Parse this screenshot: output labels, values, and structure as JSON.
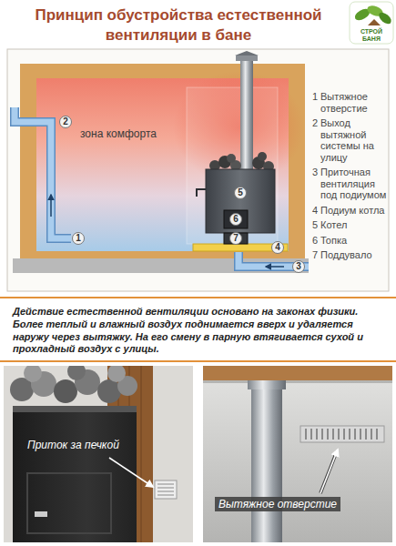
{
  "diagram": {
    "title": "Принцип обустройства естественной вентиляции в бане",
    "caption": "Действие естественной вентиляции основано на законах физики. Более теплый и влажный воздух поднимается вверх и удаляется наружу через вытяжку. На его смену в парную втягивается сухой и прохладный воздух с улицы.",
    "labels": [
      "СТРОЙ БАНЯ",
      "зона комфорта",
      "1",
      "2",
      "3",
      "4",
      "5",
      "6",
      "7",
      "1",
      "Вытяжное отверстие",
      "2",
      "Выход вытяжной системы на улицу",
      "3",
      "Приточная вентиляция под подиумом",
      "4",
      "Подиум котла",
      "5",
      "Котел",
      "6",
      "Топка",
      "7",
      "Поддувало",
      "Приток за печкой",
      "Вытяжное отверстие"
    ]
  }
}
